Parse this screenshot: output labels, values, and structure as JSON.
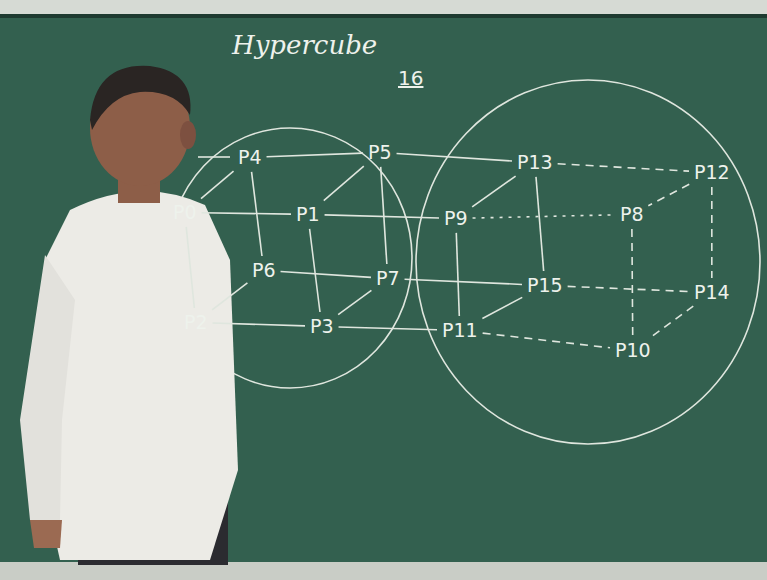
{
  "diagram": {
    "title": "Hypercube",
    "nodes": [
      {
        "text": [
          "P4"
        ]
      },
      {
        "text": [
          "P5"
        ]
      },
      {
        "text": [
          "P13"
        ]
      },
      {
        "text": [
          "P12"
        ]
      },
      {
        "text": [
          "P0"
        ]
      },
      {
        "text": [
          "P1"
        ]
      },
      {
        "text": [
          "P9"
        ]
      },
      {
        "text": [
          "P8"
        ]
      },
      {
        "text": [
          "P6"
        ]
      },
      {
        "text": [
          "P7"
        ]
      },
      {
        "text": [
          "P15"
        ]
      },
      {
        "text": [
          "P14"
        ]
      },
      {
        "text": [
          "P2"
        ]
      },
      {
        "text": [
          "P3"
        ]
      },
      {
        "text": [
          "P11"
        ]
      },
      {
        "text": [
          "P10"
        ]
      }
    ],
    "edges": [
      {
        "from": 0,
        "to": 1,
        "arrow": "none"
      },
      {
        "from": 4,
        "to": 5,
        "arrow": "none"
      },
      {
        "from": 0,
        "to": 4,
        "arrow": "none"
      },
      {
        "from": 1,
        "to": 5,
        "arrow": "none"
      },
      {
        "from": 8,
        "to": 9,
        "arrow": "none"
      },
      {
        "from": 12,
        "to": 13,
        "arrow": "none"
      },
      {
        "from": 8,
        "to": 12,
        "arrow": "none"
      },
      {
        "from": 9,
        "to": 13,
        "arrow": "none"
      },
      {
        "from": 0,
        "to": 8,
        "arrow": "none"
      },
      {
        "from": 1,
        "to": 9,
        "arrow": "none"
      },
      {
        "from": 4,
        "to": 12,
        "arrow": "none"
      },
      {
        "from": 5,
        "to": 13,
        "arrow": "none"
      },
      {
        "from": 2,
        "to": 3,
        "arrow": "none"
      },
      {
        "from": 6,
        "to": 7,
        "arrow": "none"
      },
      {
        "from": 2,
        "to": 6,
        "arrow": "none"
      },
      {
        "from": 3,
        "to": 7,
        "arrow": "none"
      },
      {
        "from": 10,
        "to": 11,
        "arrow": "none"
      },
      {
        "from": 14,
        "to": 15,
        "arrow": "none"
      },
      {
        "from": 10,
        "to": 14,
        "arrow": "none"
      },
      {
        "from": 11,
        "to": 15,
        "arrow": "none"
      },
      {
        "from": 2,
        "to": 10,
        "arrow": "none"
      },
      {
        "from": 3,
        "to": 11,
        "arrow": "none"
      },
      {
        "from": 6,
        "to": 14,
        "arrow": "none"
      },
      {
        "from": 7,
        "to": 15,
        "arrow": "none"
      },
      {
        "from": 1,
        "to": 2,
        "arrow": "none"
      },
      {
        "from": 5,
        "to": 6,
        "arrow": "none"
      },
      {
        "from": 9,
        "to": 10,
        "arrow": "none"
      },
      {
        "from": 13,
        "to": 14,
        "arrow": "none"
      }
    ],
    "labels": [
      "16"
    ]
  }
}
